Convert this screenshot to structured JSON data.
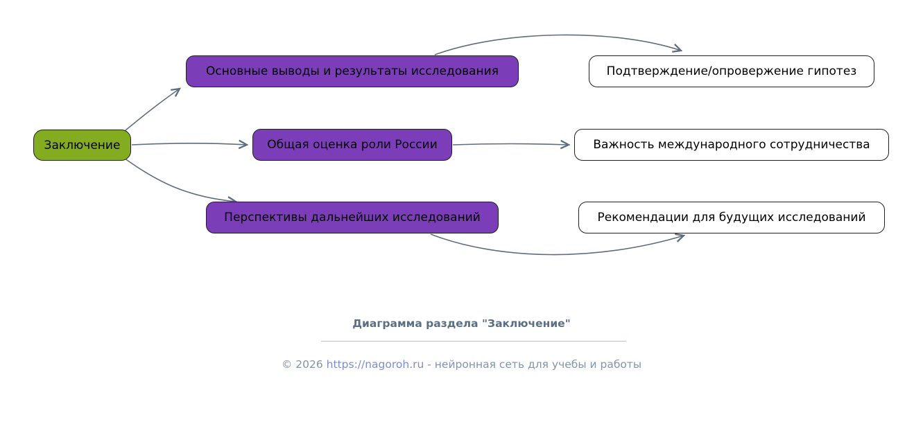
{
  "diagram": {
    "root": {
      "label": "Заключение"
    },
    "mid_nodes": [
      {
        "label": "Основные выводы и результаты исследования"
      },
      {
        "label": "Общая оценка роли России"
      },
      {
        "label": "Перспективы дальнейших исследований"
      }
    ],
    "leaf_nodes": [
      {
        "label": "Подтверждение/опровержение гипотез"
      },
      {
        "label": "Важность международного сотрудничества"
      },
      {
        "label": "Рекомендации для будущих исследований"
      }
    ],
    "colors": {
      "root_fill": "#84ac20",
      "mid_fill": "#7b3eb8",
      "leaf_fill": "#ffffff",
      "node_border": "#1f1f1f",
      "edge": "#5d6d7e",
      "text": "#000000",
      "caption_color": "#5a7082",
      "footer_color": "#8294a9",
      "link_color": "#7b8dd0"
    }
  },
  "footer": {
    "caption": "Диаграмма раздела \"Заключение\"",
    "copyright_prefix": "© 2026 ",
    "link": "https://nagoroh.ru",
    "copyright_suffix": " - нейронная сеть для учебы и работы"
  }
}
